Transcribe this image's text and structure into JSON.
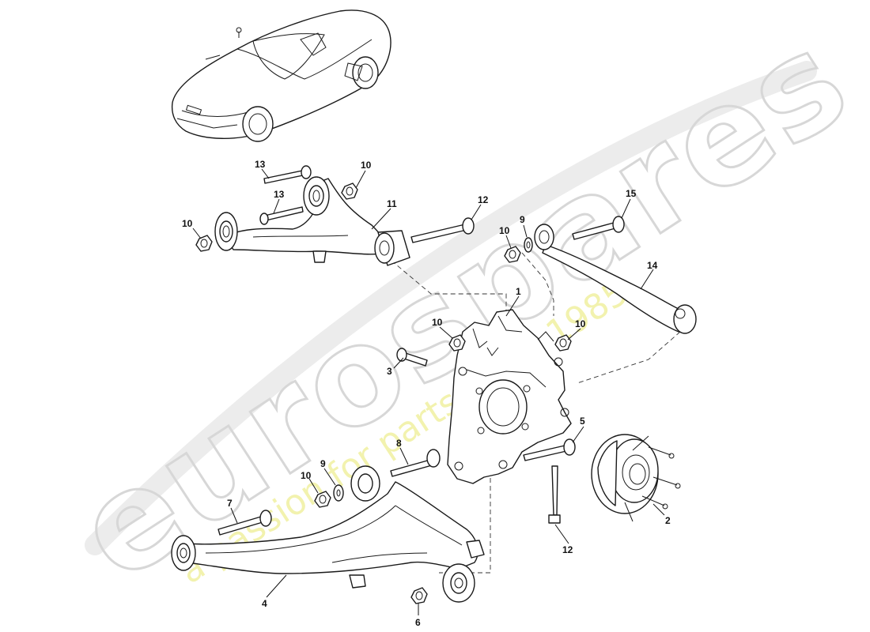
{
  "watermark": {
    "brand": "eurospares",
    "tagline": "a passion for parts since 1985"
  },
  "colors": {
    "line": "#1a1a1a",
    "watermark_brand": "#d7d7d7",
    "watermark_tagline": "#f0f0a0"
  },
  "callouts": {
    "c1": "1",
    "c2": "2",
    "c3": "3",
    "c4": "4",
    "c5": "5",
    "c6": "6",
    "c7": "7",
    "c8": "8",
    "c9a": "9",
    "c9b": "9",
    "c10a": "10",
    "c10b": "10",
    "c10c": "10",
    "c10d": "10",
    "c10e": "10",
    "c10f": "10",
    "c11": "11",
    "c12a": "12",
    "c12b": "12",
    "c13a": "13",
    "c13b": "13",
    "c14": "14",
    "c15": "15"
  }
}
